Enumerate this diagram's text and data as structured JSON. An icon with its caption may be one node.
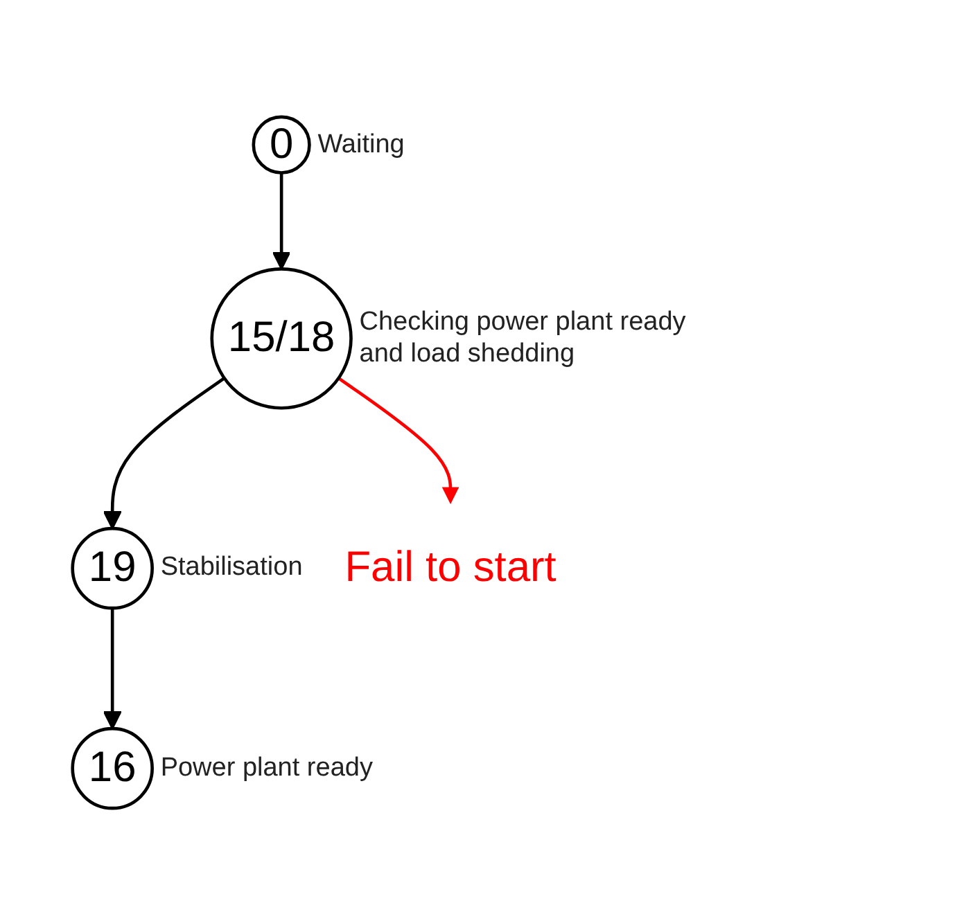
{
  "diagram": {
    "nodes": [
      {
        "text": [
          "0"
        ],
        "beside": [
          "Waiting"
        ]
      },
      {
        "text": [
          "15/18"
        ],
        "beside": [
          "Checking power plant ready and load shedding"
        ]
      },
      {
        "text": [
          "19"
        ],
        "beside": [
          "Stabilisation"
        ]
      },
      {
        "text": [
          "16"
        ],
        "beside": [
          "Power plant ready"
        ]
      },
      {
        "text": [
          "Fail to start"
        ]
      }
    ],
    "edges": [
      {
        "from": 0,
        "to": 1,
        "arrow": "to"
      },
      {
        "from": 1,
        "to": 4,
        "arrow": "to",
        "color": "#ff0000"
      },
      {
        "from": 1,
        "to": 2,
        "arrow": "to"
      },
      {
        "from": 2,
        "to": 3,
        "arrow": "to"
      }
    ]
  }
}
